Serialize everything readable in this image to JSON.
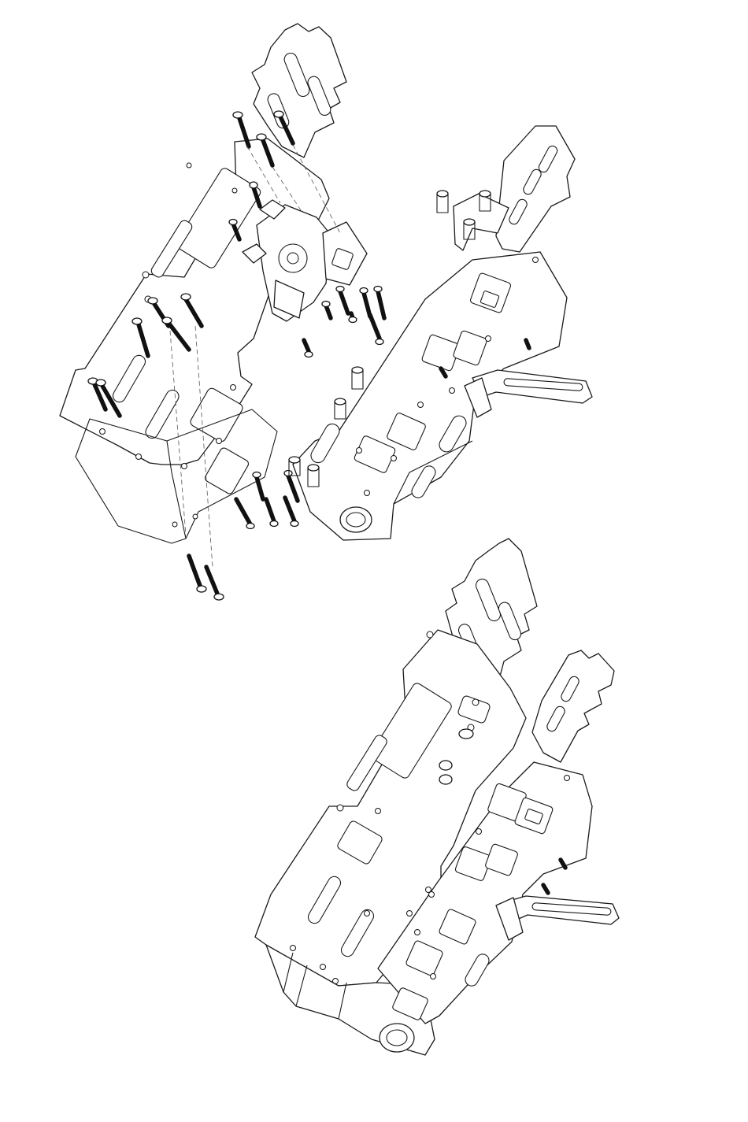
{
  "document": {
    "kind": "exploded assembly illustration",
    "views": [
      {
        "id": "exploded",
        "label": ""
      },
      {
        "id": "assembled",
        "label": ""
      }
    ],
    "colors": {
      "line": "#1a1a1a",
      "background": "#ffffff"
    }
  }
}
